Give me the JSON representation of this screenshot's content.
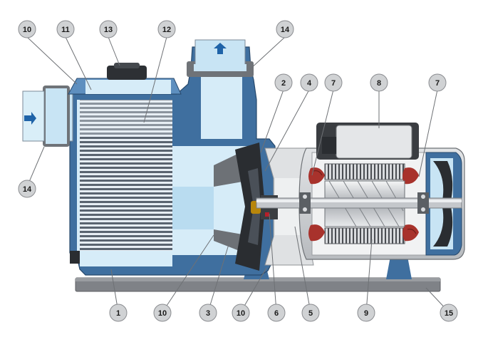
{
  "colors": {
    "housing_blue": "#3f6f9f",
    "housing_dark": "#2c5680",
    "water_light": "#d6ecf8",
    "water_mid": "#b9dcf0",
    "grey_base": "#8d8f93",
    "grey_light": "#c9cbce",
    "copper": "#a8322c",
    "callout_fill": "#d0d2d4",
    "callout_stroke": "#8a8c90",
    "arrow": "#1f63a8"
  },
  "icons": {
    "inlet_arrow": "arrow-right-icon",
    "outlet_arrow": "arrow-up-icon"
  },
  "callouts": {
    "c1": "1",
    "c2": "2",
    "c3": "3",
    "c4": "4",
    "c5": "5",
    "c6": "6",
    "c7a": "7",
    "c7b": "7",
    "c8": "8",
    "c9": "9",
    "c10a": "10",
    "c10b": "10",
    "c10c": "10",
    "c11": "11",
    "c12": "12",
    "c13": "13",
    "c14a": "14",
    "c14b": "14",
    "c15": "15"
  }
}
